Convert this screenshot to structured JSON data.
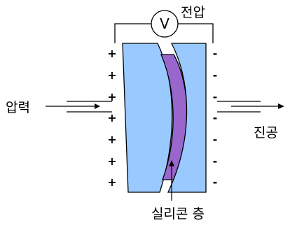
{
  "labels": {
    "voltage": "전압",
    "pressure": "압력",
    "vacuum": "진공",
    "silicone_layer": "실리콘 층",
    "voltmeter_symbol": "V"
  },
  "plate_signs": {
    "left": "+",
    "right": "-"
  },
  "sign_count": 7,
  "colors": {
    "plate_fill": "#99c9ff",
    "silicone_fill": "#9966cc",
    "line": "#000000"
  }
}
